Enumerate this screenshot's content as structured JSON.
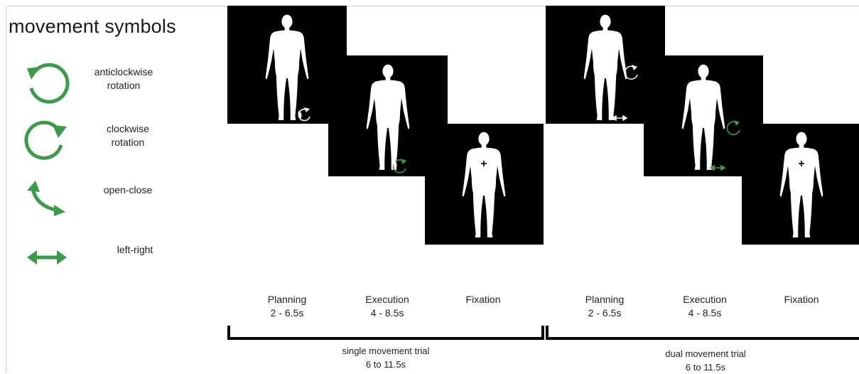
{
  "legend": {
    "title": "movement symbols",
    "items": [
      {
        "id": "anticlockwise",
        "label_line1": "anticlockwise",
        "label_line2": "rotation",
        "icon": "anticlockwise-arrow-icon"
      },
      {
        "id": "clockwise",
        "label_line1": "clockwise",
        "label_line2": "rotation",
        "icon": "clockwise-arrow-icon"
      },
      {
        "id": "open-close",
        "label_line1": "open-close",
        "label_line2": "",
        "icon": "open-close-arrow-icon"
      },
      {
        "id": "left-right",
        "label_line1": "left-right",
        "label_line2": "",
        "icon": "left-right-arrow-icon"
      }
    ]
  },
  "trials": [
    {
      "phases": [
        {
          "name": "Planning",
          "duration": "2 - 6.5s"
        },
        {
          "name": "Execution",
          "duration": "4 - 8.5s"
        },
        {
          "name": "Fixation",
          "duration": ""
        }
      ],
      "label_line1": "single movement trial",
      "label_line2": "6 to 11.5s"
    },
    {
      "phases": [
        {
          "name": "Planning",
          "duration": "2 - 6.5s"
        },
        {
          "name": "Execution",
          "duration": "4 - 8.5s"
        },
        {
          "name": "Fixation",
          "duration": ""
        }
      ],
      "label_line1": "dual movement trial",
      "label_line2": "6 to 11.5s"
    }
  ],
  "colors": {
    "symbol_green": "#3a9b48",
    "screen_bg": "#000000",
    "figure": "#ffffff",
    "cue_white": "#ffffff"
  }
}
